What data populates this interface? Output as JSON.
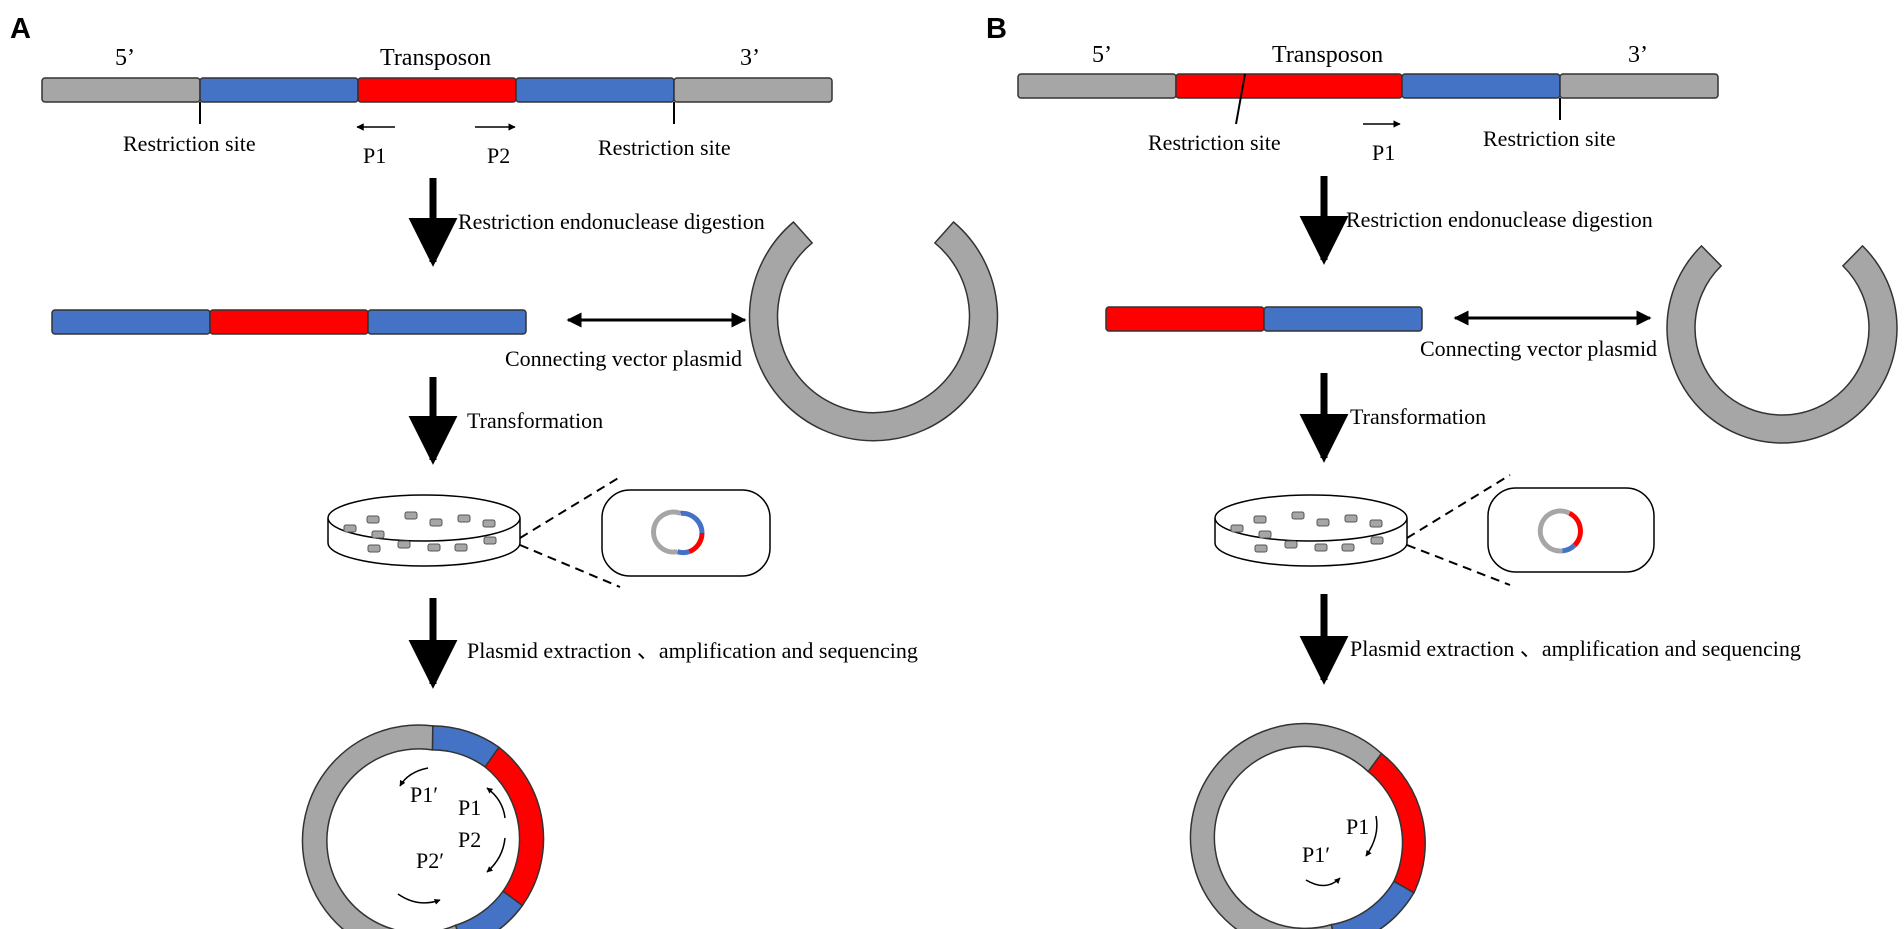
{
  "colors": {
    "flank": "#a6a6a6",
    "transposon_flank": "#4472c4",
    "transposon": "#ff0000",
    "outline": "#333333"
  },
  "panel_a": {
    "letter": "A",
    "five_prime": "5’",
    "three_prime": "3’",
    "transposon": "Transposon",
    "restriction_site_left": "Restriction site",
    "restriction_site_right": "Restriction site",
    "primer_1": "P1",
    "primer_2": "P2",
    "step_digestion": "Restriction endonuclease digestion",
    "step_ligation": "Connecting vector plasmid",
    "step_transformation": "Transformation",
    "step_sequencing": "Plasmid extraction 、amplification and sequencing",
    "circle_p1_prime": "P1′",
    "circle_p1": "P1",
    "circle_p2": "P2",
    "circle_p2_prime": "P2′"
  },
  "panel_b": {
    "letter": "B",
    "five_prime": "5’",
    "three_prime": "3’",
    "transposon": "Transposon",
    "restriction_site_left": "Restriction site",
    "restriction_site_right": "Restriction site",
    "primer_1": "P1",
    "step_digestion": "Restriction endonuclease digestion",
    "step_ligation": "Connecting vector plasmid",
    "step_transformation": "Transformation",
    "step_sequencing": "Plasmid extraction 、amplification and sequencing",
    "circle_p1": "P1",
    "circle_p1_prime": "P1′"
  }
}
